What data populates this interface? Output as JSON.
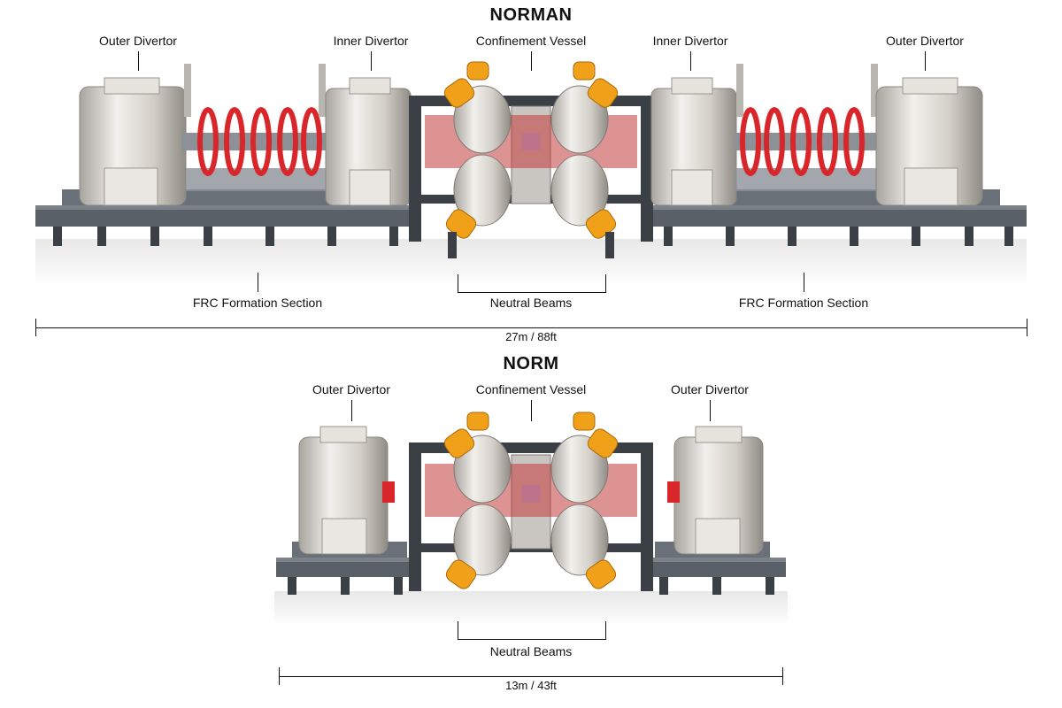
{
  "norman": {
    "title": "NORMAN",
    "labels": {
      "outer_divertor_left": "Outer Divertor",
      "inner_divertor_left": "Inner Divertor",
      "confinement_vessel": "Confinement Vessel",
      "inner_divertor_right": "Inner Divertor",
      "outer_divertor_right": "Outer Divertor",
      "frc_left": "FRC Formation Section",
      "neutral_beams": "Neutral Beams",
      "frc_right": "FRC Formation Section"
    },
    "length": "27m / 88ft"
  },
  "norm": {
    "title": "NORM",
    "labels": {
      "outer_divertor_left": "Outer Divertor",
      "confinement_vessel": "Confinement Vessel",
      "outer_divertor_right": "Outer Divertor",
      "neutral_beams": "Neutral Beams"
    },
    "length": "13m / 43ft"
  },
  "colors": {
    "steel": "#5a6068",
    "steel_dark": "#3b4046",
    "chrome": "#d9d6d0",
    "coil_red": "#d9262a",
    "beam_orange": "#f0a019"
  }
}
